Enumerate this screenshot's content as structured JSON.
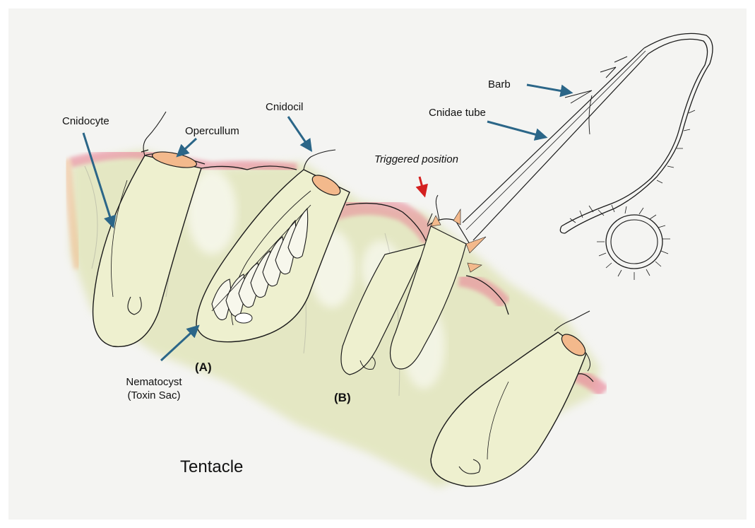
{
  "labels": {
    "cnidocyte": "Cnidocyte",
    "opercullum": "Opercullum",
    "cnidocil": "Cnidocil",
    "barb": "Barb",
    "cnidae_tube": "Cnidae tube",
    "triggered_position": "Triggered position",
    "nematocyst_line1": "Nematocyst",
    "nematocyst_line2": "(Toxin Sac)",
    "marker_a": "(A)",
    "marker_b": "(B)",
    "tentacle": "Tentacle"
  },
  "colors": {
    "arrow": "#2b6688",
    "trigger_arrow": "#d42020",
    "tissue_green": "#dfe3b4",
    "tissue_pink": "#e97c93",
    "tissue_peach": "#f3b98c",
    "ink": "#1a1a1a"
  }
}
